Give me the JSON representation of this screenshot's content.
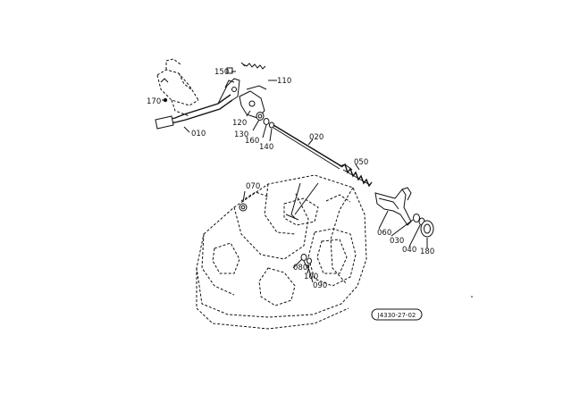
{
  "callouts": {
    "c010": "010",
    "c020": "020",
    "c030": "030",
    "c040": "040",
    "c050": "050",
    "c060": "060",
    "c070": "070",
    "c080": "080",
    "c090": "090",
    "c100": "100",
    "c110": "110",
    "c120": "120",
    "c130": "130",
    "c140": "140",
    "c150": "150",
    "c160": "160",
    "c170": "170",
    "c180": "180"
  },
  "diagram_code": "J4330-27-02"
}
